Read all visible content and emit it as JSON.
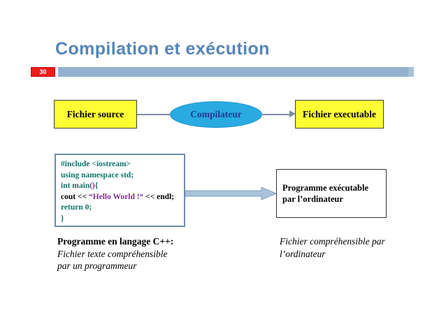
{
  "slide": {
    "title": "Compilation et exécution",
    "page_number": "30"
  },
  "flow": {
    "source": "Fichier source",
    "compiler": "Compilateur",
    "executable": "Fichier executable"
  },
  "code": {
    "line1": "#include <iostream>",
    "line2": "using namespace std;",
    "line3_a": "int main",
    "line3_b": "()",
    "line3_c": "{",
    "line4_a": "cout << ",
    "line4_b": "“Hello World !“",
    "line4_c": " << endl;",
    "line5": "return 0;",
    "line6": "}"
  },
  "exec_box": {
    "line1": "Programme exécutable",
    "line2": "par l’ordinateur"
  },
  "caption_left": {
    "line1": "Programme en langage C++:",
    "line2": "Fichier texte compréhensible",
    "line3": "par un programmeur"
  },
  "caption_right": {
    "line1": "Fichier compréhensible par",
    "line2": "l’ordinateur"
  },
  "colors": {
    "title_blue": "#5585b8",
    "bar_blue": "#93b2d1",
    "badge_red": "#ed1c1d",
    "box_yellow": "#ffff33",
    "ellipse_cyan": "#29abe2",
    "ellipse_text_navy": "#1d3c96",
    "code_teal": "#0e7668",
    "code_purple": "#7d3098",
    "connector_gray": "#7c8d9e",
    "arrow_fill": "#a9c2db"
  }
}
